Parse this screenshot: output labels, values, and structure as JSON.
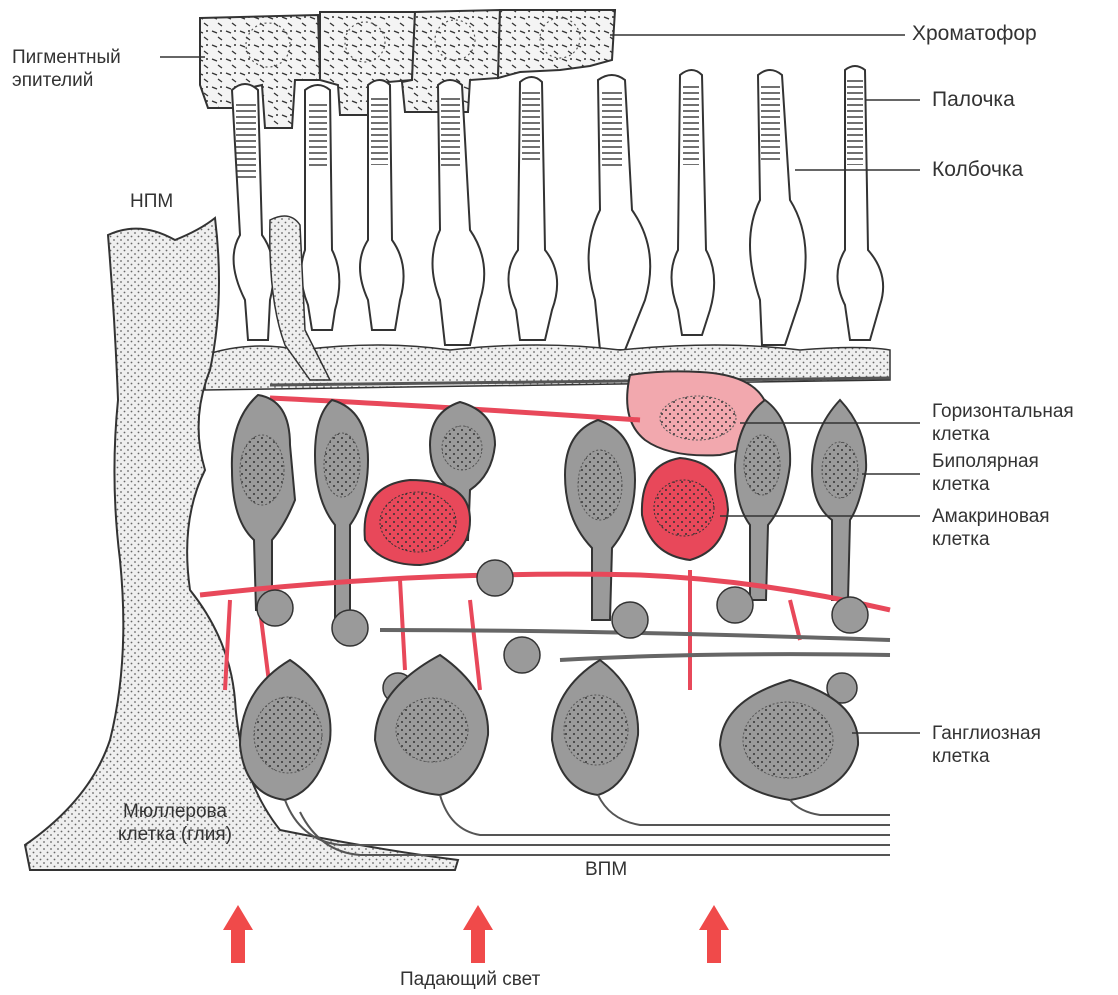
{
  "labels": {
    "pigment_epithelium": [
      "Пигментный",
      "эпителий"
    ],
    "chromatophore": "Хроматофор",
    "rod": "Палочка",
    "cone": "Колбочка",
    "npm": "НПМ",
    "horizontal_cell": [
      "Горизонтальная",
      "клетка"
    ],
    "bipolar_cell": [
      "Биполярная",
      "клетка"
    ],
    "amacrine_cell": [
      "Амакриновая",
      "клетка"
    ],
    "ganglion_cell": [
      "Ганглиозная",
      "клетка"
    ],
    "muller_cell": [
      "Мюллерова",
      "клетка (глия)"
    ],
    "vpm": "ВПМ",
    "incident_light": "Падающий свет"
  },
  "colors": {
    "red_cells": "#e8485a",
    "red_light": "#f2a8ae",
    "gray_cells": "#9a9a9a",
    "outline": "#333333",
    "glia_fill": "#ececec",
    "arrow": "#f04a4a"
  }
}
